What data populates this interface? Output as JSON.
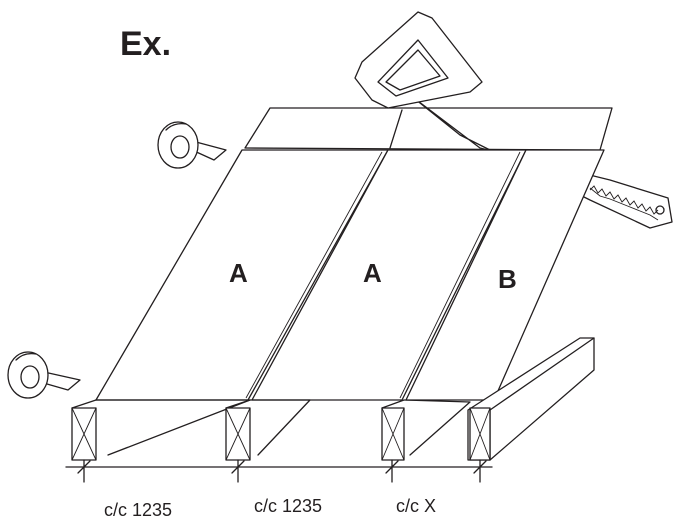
{
  "heading": "Ex.",
  "panels": [
    {
      "label": "A"
    },
    {
      "label": "A"
    },
    {
      "label": "B"
    }
  ],
  "spacings": [
    {
      "label": "c/c 1235"
    },
    {
      "label": "c/c 1235"
    },
    {
      "label": "c/c X"
    }
  ],
  "icons": [
    "tape-roll-icon",
    "tape-roll-icon",
    "handsaw-icon"
  ]
}
